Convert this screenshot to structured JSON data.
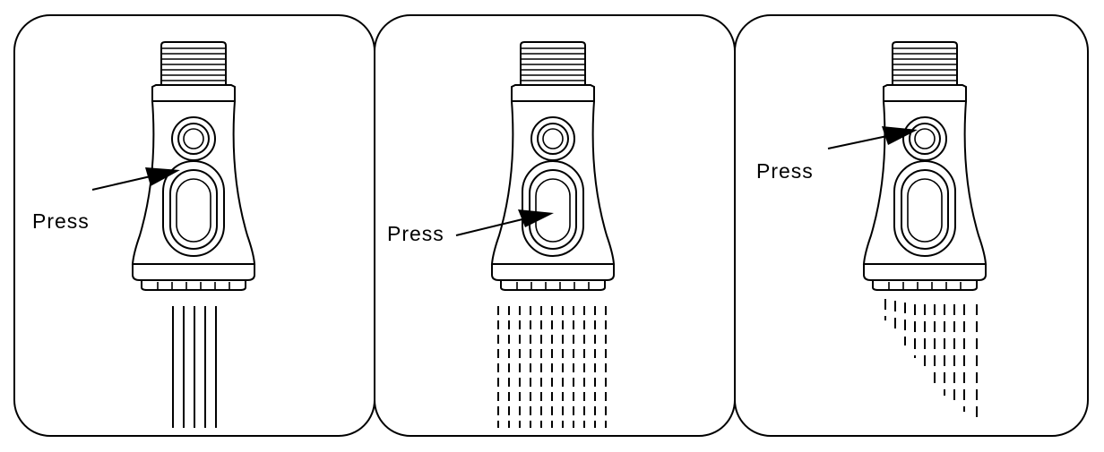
{
  "panels": [
    {
      "id": "stream",
      "label": "Press",
      "pressed_button": "lower-oval-button",
      "spray_mode": "stream"
    },
    {
      "id": "spray",
      "label": "Press",
      "pressed_button": "lower-oval-button",
      "spray_mode": "spray"
    },
    {
      "id": "sweep",
      "label": "Press",
      "pressed_button": "upper-round-button",
      "spray_mode": "sweep"
    }
  ],
  "colors": {
    "stroke": "#000000",
    "background": "#ffffff"
  },
  "icons": [
    "sprayer-head-icon",
    "arrow-icon",
    "water-stream-icon"
  ]
}
